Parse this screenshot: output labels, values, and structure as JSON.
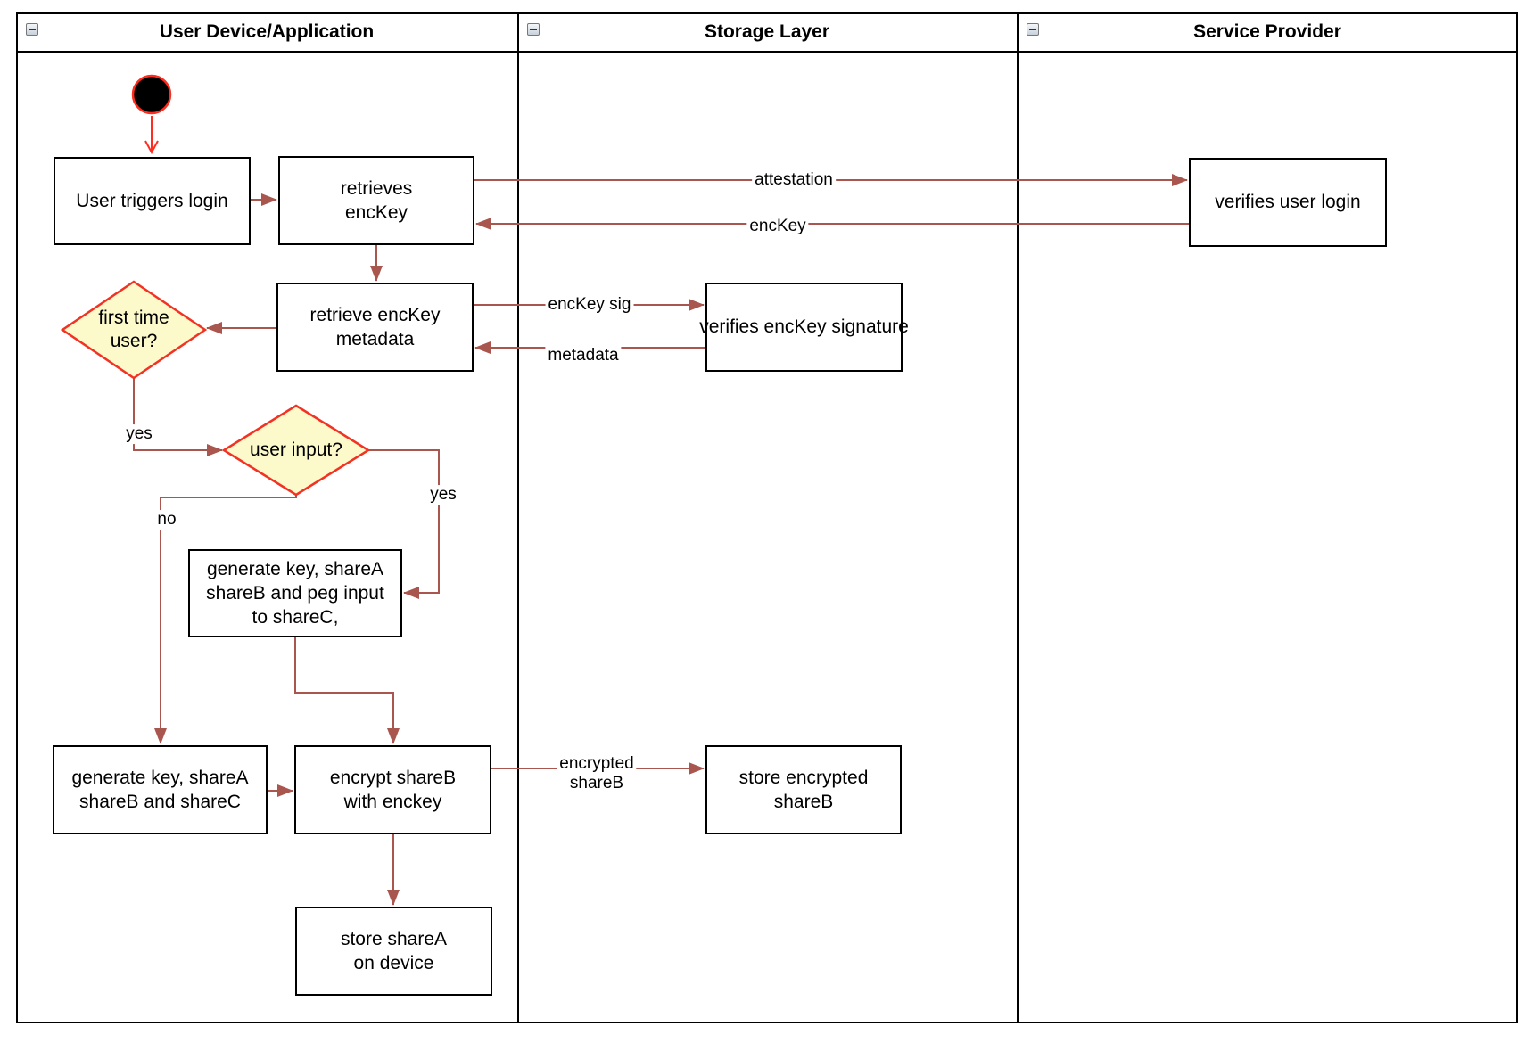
{
  "lanes": [
    {
      "title": "User Device/Application"
    },
    {
      "title": "Storage Layer"
    },
    {
      "title": "Service Provider"
    }
  ],
  "nodes": {
    "user_triggers_login": {
      "label": "User triggers login"
    },
    "retrieves_enckey": {
      "label": "retrieves\nencKey"
    },
    "verifies_user_login": {
      "label": "verifies user login"
    },
    "retrieve_enckey_metadata": {
      "label": "retrieve encKey\nmetadata"
    },
    "verifies_enckey_signature": {
      "label": "verifies encKey signature"
    },
    "first_time_user": {
      "label": "first time\nuser?",
      "type": "decision"
    },
    "user_input": {
      "label": "user input?",
      "type": "decision"
    },
    "generate_key_peg_input": {
      "label": "generate key, shareA\nshareB and peg input\nto shareC,"
    },
    "generate_key_abc": {
      "label": "generate key, shareA\nshareB and shareC"
    },
    "encrypt_shareb": {
      "label": "encrypt shareB\nwith enckey"
    },
    "store_encrypted_shareb": {
      "label": "store encrypted\nshareB"
    },
    "store_sharea": {
      "label": "store shareA\non device"
    }
  },
  "edge_labels": {
    "attestation": "attestation",
    "enckey": "encKey",
    "enckey_sig": "encKey sig",
    "metadata": "metadata",
    "yes_first_time": "yes",
    "no_user_input": "no",
    "yes_user_input": "yes",
    "encrypted_shareb": "encrypted\nshareB"
  },
  "colors": {
    "arrow": "#A9564F",
    "flow-red": "#FF2D20",
    "decision-fill": "#FCF9CB",
    "decision-stroke": "#F23222",
    "node-border": "#000000",
    "lane-border": "#000000"
  }
}
